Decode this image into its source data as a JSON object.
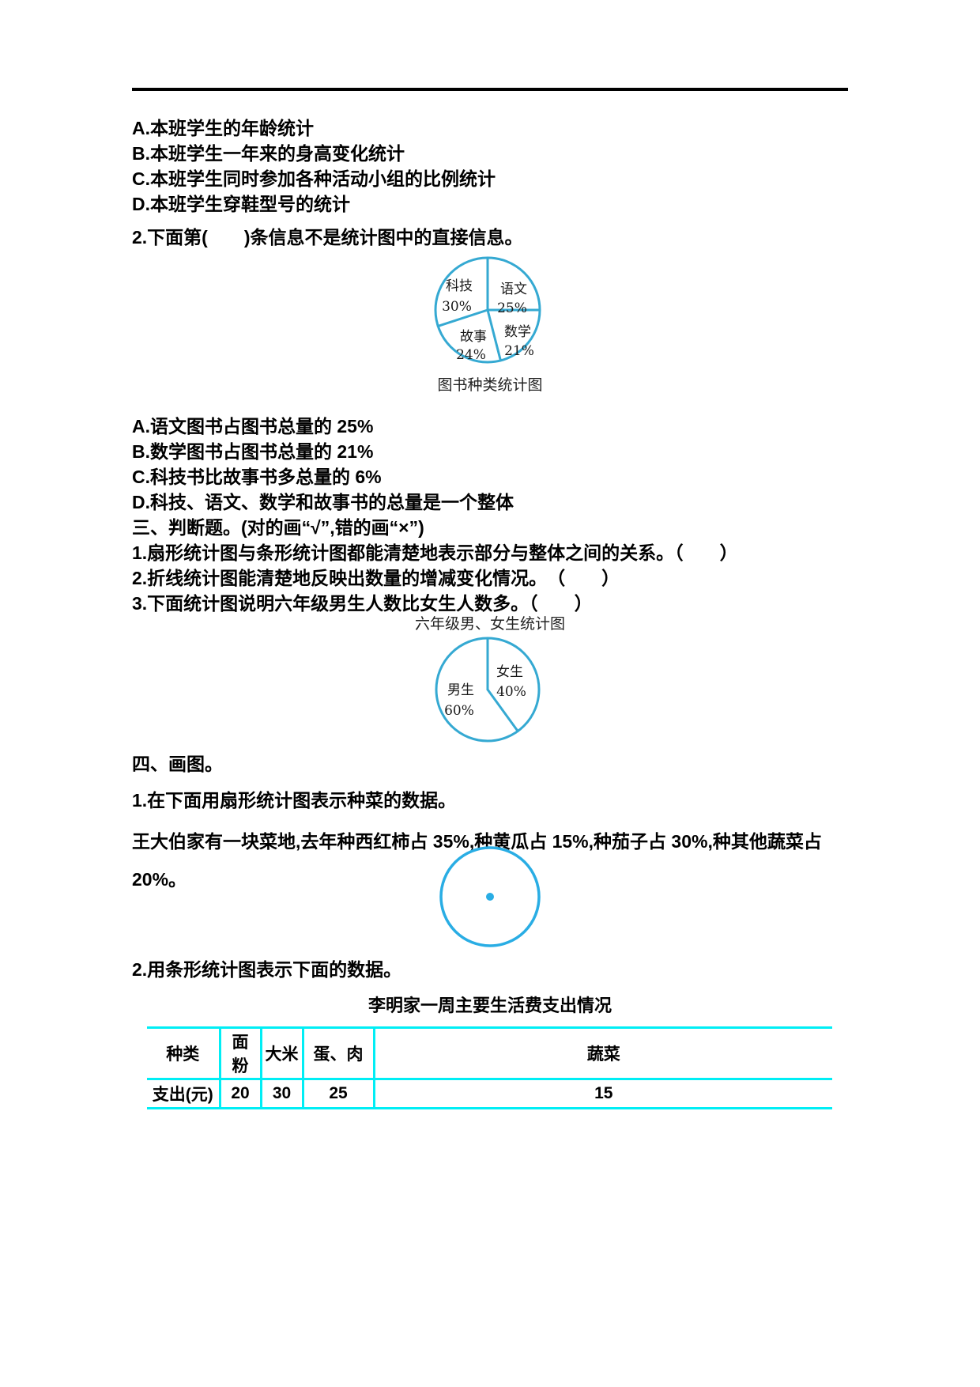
{
  "colors": {
    "pie_stroke": "#35a9d2",
    "draw_circle_stroke": "#29ade4",
    "table_border": "#00eef5",
    "divider": "#000000"
  },
  "question1_options": [
    "A.本班学生的年龄统计",
    "B.本班学生一年来的身高变化统计",
    "C.本班学生同时参加各种活动小组的比例统计",
    "D.本班学生穿鞋型号的统计"
  ],
  "question2": {
    "text": "2.下面第(　　)条信息不是统计图中的直接信息。"
  },
  "pies": {
    "books": {
      "caption": "图书种类统计图",
      "slices": [
        {
          "label": "语文",
          "pct": "25%"
        },
        {
          "label": "数学",
          "pct": "21%"
        },
        {
          "label": "故事",
          "pct": "24%"
        },
        {
          "label": "科技",
          "pct": "30%"
        }
      ]
    },
    "students": {
      "caption": "六年级男、女生统计图",
      "slices": [
        {
          "label": "女生",
          "pct": "40%"
        },
        {
          "label": "男生",
          "pct": "60%"
        }
      ]
    }
  },
  "question2_options": [
    "A.语文图书占图书总量的 25%",
    "B.数学图书占图书总量的 21%",
    "C.科技书比故事书多总量的 6%",
    "D.科技、语文、数学和故事书的总量是一个整体"
  ],
  "section3": {
    "heading": "三、判断题。(对的画“√”,错的画“×”)",
    "items": [
      "1.扇形统计图与条形统计图都能清楚地表示部分与整体之间的关系。（　　）",
      "2.折线统计图能清楚地反映出数量的增减变化情况。　（　　）",
      "3.下面统计图说明六年级男生人数比女生人数多。（　　）"
    ]
  },
  "section4": {
    "heading": "四、画图。",
    "task1": "1.在下面用扇形统计图表示种菜的数据。",
    "task1_detail": "王大伯家有一块菜地,去年种西红柿占 35%,种黄瓜占 15%,种茄子占 30%,种其他蔬菜占 20%。",
    "task2": "2.用条形统计图表示下面的数据。"
  },
  "expense_table": {
    "title": "李明家一周主要生活费支出情况",
    "headers": [
      "种类",
      "面粉",
      "大米",
      "蛋、肉",
      "蔬菜"
    ],
    "row": [
      "支出(元)",
      "20",
      "30",
      "25",
      "15"
    ]
  },
  "chart_data": [
    {
      "type": "pie",
      "title": "图书种类统计图",
      "labels": [
        "语文",
        "数学",
        "故事",
        "科技"
      ],
      "values": [
        25,
        21,
        24,
        30
      ],
      "unit": "percent"
    },
    {
      "type": "pie",
      "title": "六年级男、女生统计图",
      "labels": [
        "女生",
        "男生"
      ],
      "values": [
        40,
        60
      ],
      "unit": "percent"
    },
    {
      "type": "table",
      "title": "李明家一周主要生活费支出情况",
      "columns": [
        "种类",
        "面粉",
        "大米",
        "蛋、肉",
        "蔬菜"
      ],
      "rows": [
        [
          "支出(元)",
          20,
          30,
          25,
          15
        ]
      ]
    }
  ]
}
